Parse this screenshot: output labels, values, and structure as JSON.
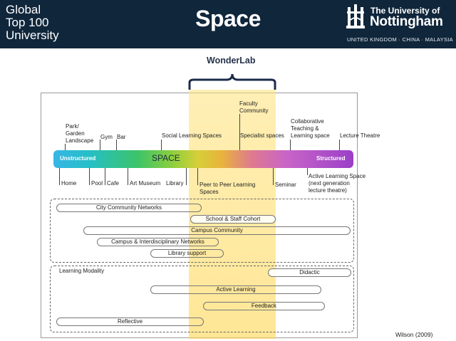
{
  "header": {
    "left_lines": [
      "Global",
      "Top 100",
      "University"
    ],
    "title": "Space",
    "university_the": "The University of",
    "university_name": "Nottingham",
    "university_sub": "UNITED KINGDOM · CHINA · MALAYSIA",
    "crest_icon": "castle-crest-icon"
  },
  "bracket_label": "WonderLab",
  "spectrum": {
    "left": "Unstructured",
    "center": "SPACE",
    "right": "Structured"
  },
  "above_labels": {
    "park": "Park/\nGarden\nLandscape",
    "gym": "Gym",
    "bar": "Bar",
    "social": "Social Learning Spaces",
    "faculty": "Faculty\nCommunity",
    "specialist": "Specialist spaces",
    "collab": "Collaborative\nTeaching &\nLearning space",
    "lecture": "Lecture Theatre"
  },
  "below_labels": {
    "home": "Home",
    "pool": "Pool",
    "cafe": "Cafe",
    "art": "Art Museum",
    "library": "Library",
    "peer": "Peer to Peer Learning\nSpaces",
    "seminar": "Seminar",
    "active_space": "Active Learning Space\n(next generation\nlecture theatre)"
  },
  "communities": {
    "city": "City Community Networks",
    "school": "School & Staff Cohort",
    "campus": "Campus Community",
    "inter": "Campus & Interdisciplinary Networks",
    "library": "Library support"
  },
  "modality": {
    "title": "Learning Modality",
    "didactic": "Didactic",
    "active": "Active Learning",
    "feedback": "Feedback",
    "reflective": "Reflective"
  },
  "citation": "Wilson (2009)",
  "colors": {
    "header_bg": "#10263b",
    "highlight": "#ffd65a",
    "spectrum_start": "#36b6e6",
    "spectrum_end": "#9b3fc8"
  }
}
